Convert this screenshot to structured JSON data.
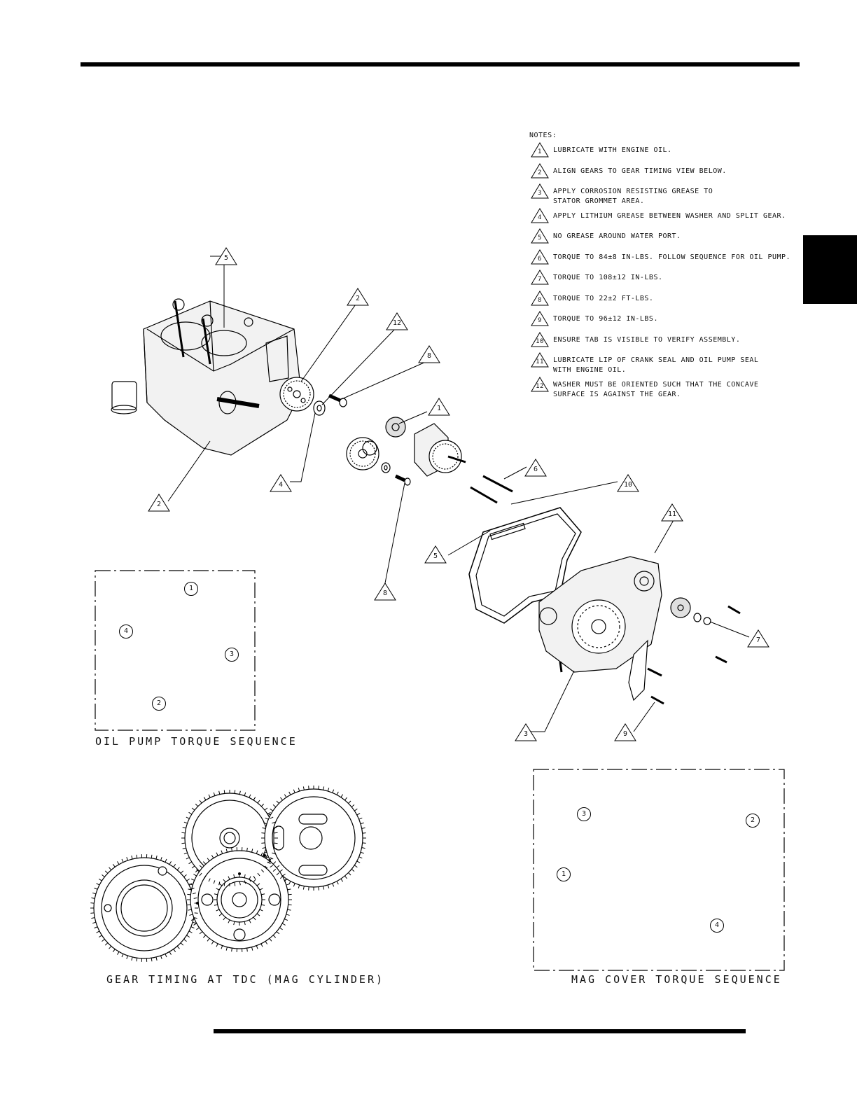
{
  "notes": {
    "title": "NOTES:",
    "items": [
      {
        "num": "1",
        "text": "LUBRICATE WITH ENGINE OIL."
      },
      {
        "num": "2",
        "text": "ALIGN GEARS TO GEAR TIMING VIEW BELOW."
      },
      {
        "num": "3",
        "text": "APPLY CORROSION RESISTING GREASE TO\nSTATOR GROMMET AREA."
      },
      {
        "num": "4",
        "text": "APPLY LITHIUM GREASE BETWEEN WASHER AND SPLIT GEAR."
      },
      {
        "num": "5",
        "text": "NO GREASE AROUND WATER PORT."
      },
      {
        "num": "6",
        "text": "TORQUE TO 84±8 IN-LBS.  FOLLOW SEQUENCE FOR OIL PUMP."
      },
      {
        "num": "7",
        "text": "TORQUE TO 108±12 IN-LBS."
      },
      {
        "num": "8",
        "text": "TORQUE TO 22±2 FT-LBS."
      },
      {
        "num": "9",
        "text": "TORQUE TO 96±12 IN-LBS."
      },
      {
        "num": "10",
        "text": "ENSURE TAB IS VISIBLE TO VERIFY ASSEMBLY."
      },
      {
        "num": "11",
        "text": "LUBRICATE LIP OF CRANK SEAL AND OIL PUMP SEAL\nWITH ENGINE OIL."
      },
      {
        "num": "12",
        "text": "WASHER MUST BE ORIENTED SUCH THAT THE CONCAVE\nSURFACE IS AGAINST THE GEAR."
      }
    ]
  },
  "callouts": {
    "c5a": "5",
    "c2a": "2",
    "c12": "12",
    "c8a": "8",
    "c1": "1",
    "c4": "4",
    "c2b": "2",
    "c6": "6",
    "c10": "10",
    "c11": "11",
    "c5b": "5",
    "c8b": "8",
    "c7": "7",
    "c3": "3",
    "c9": "9"
  },
  "oil_pump": {
    "caption": "OIL PUMP TORQUE SEQUENCE",
    "seq": [
      "1",
      "4",
      "3",
      "2"
    ]
  },
  "gear_timing": {
    "caption": "GEAR TIMING AT TDC (MAG CYLINDER)"
  },
  "mag_cover": {
    "caption": "MAG COVER TORQUE SEQUENCE",
    "seq": [
      "3",
      "2",
      "1",
      "4"
    ]
  }
}
